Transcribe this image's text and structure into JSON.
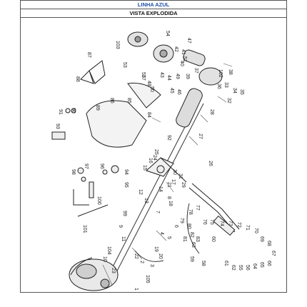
{
  "header": {
    "line_label": "LINHA AZUL",
    "view_label": "VISTA EXPLODIDA"
  },
  "diagram": {
    "part_numbers": [
      "1",
      "2",
      "3",
      "4",
      "5",
      "6",
      "7",
      "8",
      "9",
      "10",
      "11",
      "12",
      "13",
      "14",
      "15",
      "16",
      "17",
      "18",
      "19",
      "20",
      "21",
      "22",
      "23",
      "24",
      "25",
      "26",
      "27",
      "28",
      "29",
      "30",
      "31",
      "32",
      "33",
      "34",
      "35",
      "36",
      "37",
      "38",
      "39",
      "40",
      "41",
      "42",
      "43",
      "44",
      "45",
      "46",
      "47",
      "48",
      "49",
      "50",
      "51",
      "52",
      "53",
      "54",
      "55",
      "56",
      "57",
      "58",
      "59",
      "60",
      "61",
      "62",
      "63",
      "64",
      "65",
      "66",
      "67",
      "68",
      "69",
      "70",
      "71",
      "72",
      "73",
      "74",
      "75",
      "76",
      "77",
      "78",
      "79",
      "80",
      "81",
      "82",
      "83",
      "84",
      "85",
      "86",
      "87",
      "88",
      "89",
      "90",
      "91",
      "92",
      "93",
      "94",
      "95",
      "96",
      "97",
      "98",
      "99",
      "100",
      "101",
      "102",
      "103",
      "104",
      "105"
    ]
  }
}
